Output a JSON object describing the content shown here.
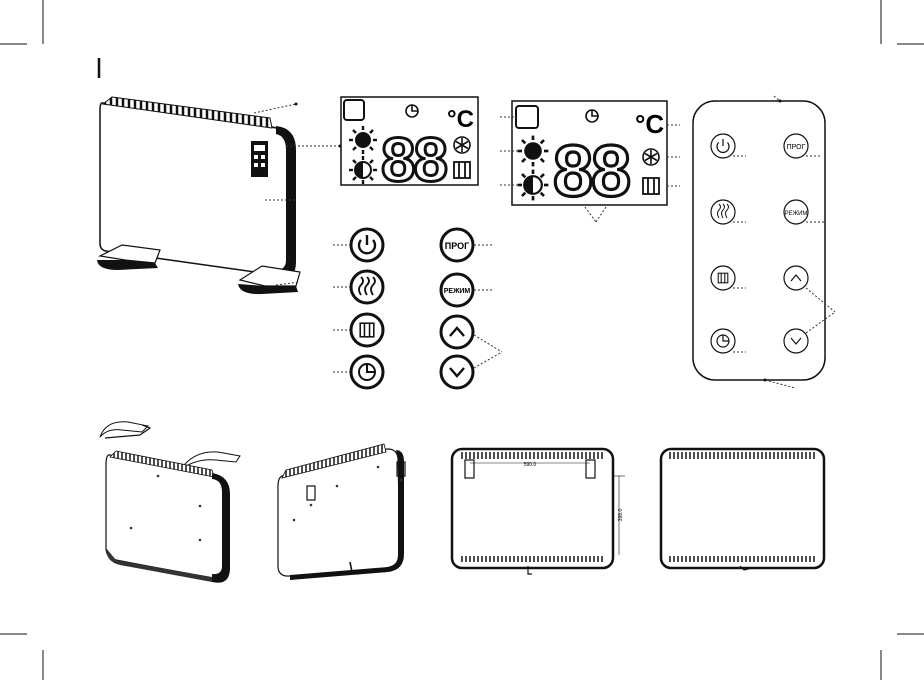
{
  "colors": {
    "ink": "#111111",
    "line": "#222222",
    "paper": "#ffffff",
    "gray": "#777777"
  },
  "display": {
    "digits": "88",
    "unit": "°C"
  },
  "buttons": {
    "prog": "ПРОГ",
    "mode": "РЕЖИМ",
    "prog_small": "ПРОГ",
    "mode_small": "РЕЖИМ"
  },
  "icons": [
    "clock-icon",
    "sun-icon",
    "half-sun-icon",
    "snowflake-icon",
    "window-icon",
    "power-icon",
    "heat-wave-icon",
    "up-arrow-icon",
    "down-arrow-icon",
    "timer-icon"
  ],
  "dimensions": {
    "width": "590.0",
    "height": "398.0"
  }
}
